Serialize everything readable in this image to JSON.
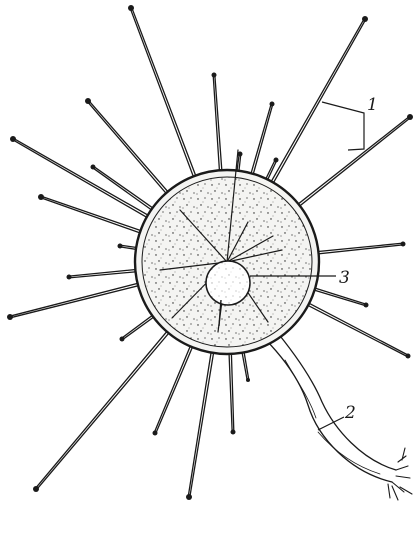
{
  "figure": {
    "labels": {
      "label_1": "1",
      "label_2": "2",
      "label_3": "3"
    },
    "colors": {
      "ink": "#1a1a1a",
      "paper": "#ffffff",
      "cytoplasm": "#f4f4f2"
    }
  }
}
